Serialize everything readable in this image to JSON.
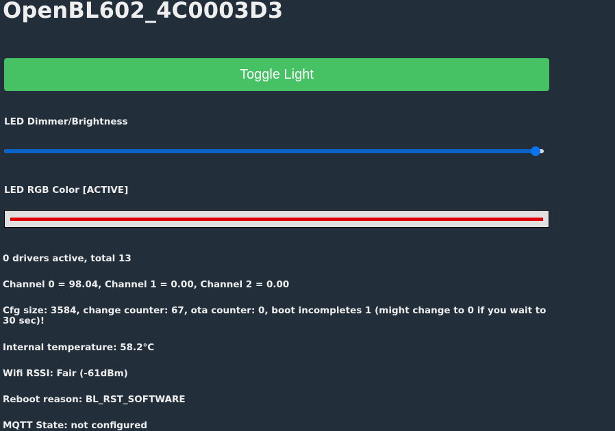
{
  "title": "OpenBL602_4C0003D3",
  "toggle_button": {
    "label": "Toggle Light"
  },
  "dimmer": {
    "label": "LED Dimmer/Brightness",
    "value_fraction": 0.985
  },
  "rgb": {
    "label": "LED RGB Color [ACTIVE]",
    "color": "#e00000"
  },
  "colors": {
    "background": "#222f3a",
    "button": "#46c264",
    "slider_fill": "#0a63c9"
  },
  "status": {
    "drivers": "0 drivers active, total 13",
    "channels": "Channel 0 = 98.04, Channel 1 = 0.00, Channel 2 = 0.00",
    "cfg": "Cfg size: 3584, change counter: 67, ota counter: 0, boot incompletes 1 (might change to 0 if you wait to 30 sec)!",
    "temperature": "Internal temperature: 58.2°C",
    "wifi": "Wifi RSSI: Fair (-61dBm)",
    "reboot": "Reboot reason: BL_RST_SOFTWARE",
    "mqtt": "MQTT State: not configured"
  }
}
